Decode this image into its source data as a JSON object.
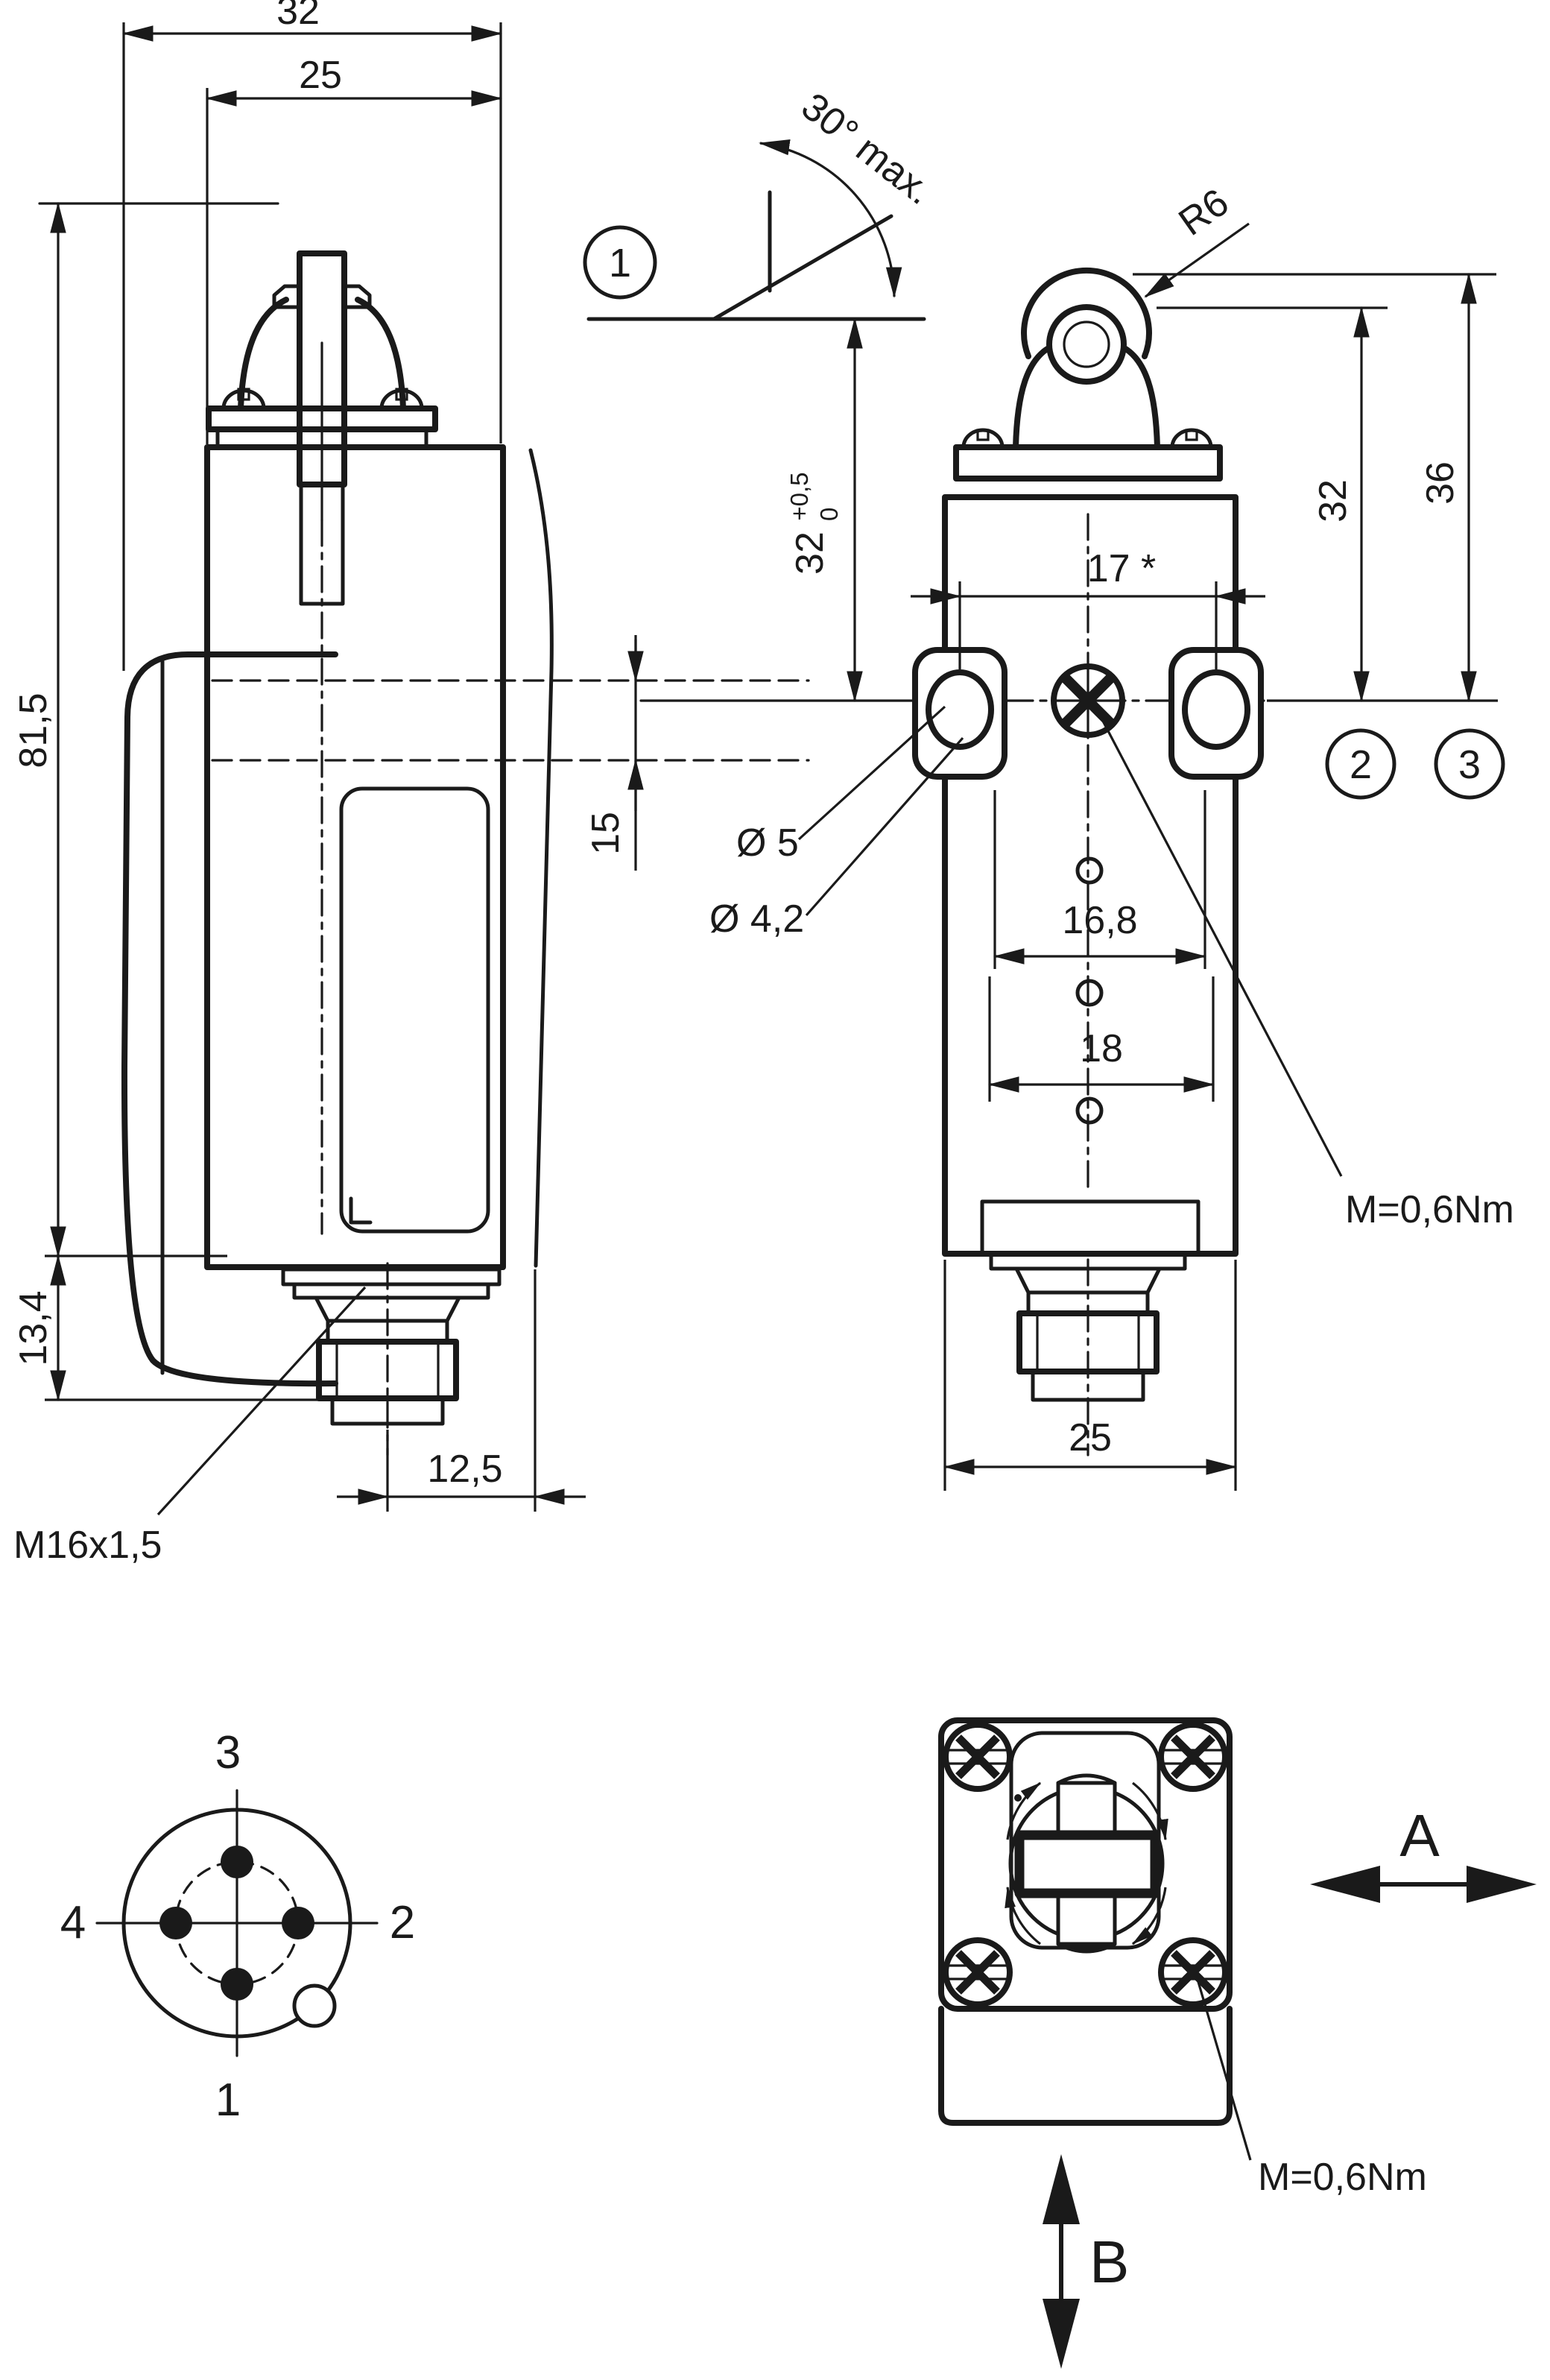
{
  "page": {
    "background": "#ffffff",
    "line_color": "#1a1a1a"
  },
  "side_view": {
    "dim_width_total": "32",
    "dim_width_body": "25",
    "dim_height_body": "81,5",
    "dim_height_connector": "13,4",
    "dim_switch_travel": "15",
    "dim_connector_offset": "12,5",
    "thread_label": "M16x1,5"
  },
  "angle_detail": {
    "balloon": "1",
    "angle_label": "30° max."
  },
  "front_view": {
    "roller_radius": "R6",
    "dim_plunger_height": {
      "value": "32",
      "tol_plus": "+0,5",
      "tol_minus": "0"
    },
    "dim_hole_spacing": "17 *",
    "dim_slot_inner": "16,8",
    "dim_slot_outer": "18",
    "dia_slot": "Ø 5",
    "dia_hole": "Ø 4,2",
    "dim_roller_axis_height": "32",
    "dim_roller_top_height": "36",
    "balloon_2": "2",
    "balloon_3": "3",
    "dim_width_bottom": "25",
    "torque_label": "M=0,6Nm"
  },
  "pinout": {
    "pin_top": "3",
    "pin_right": "2",
    "pin_bottom": "1",
    "pin_left": "4"
  },
  "head_top_view": {
    "torque_label": "M=0,6Nm",
    "direction_a": "A",
    "direction_b": "B"
  }
}
